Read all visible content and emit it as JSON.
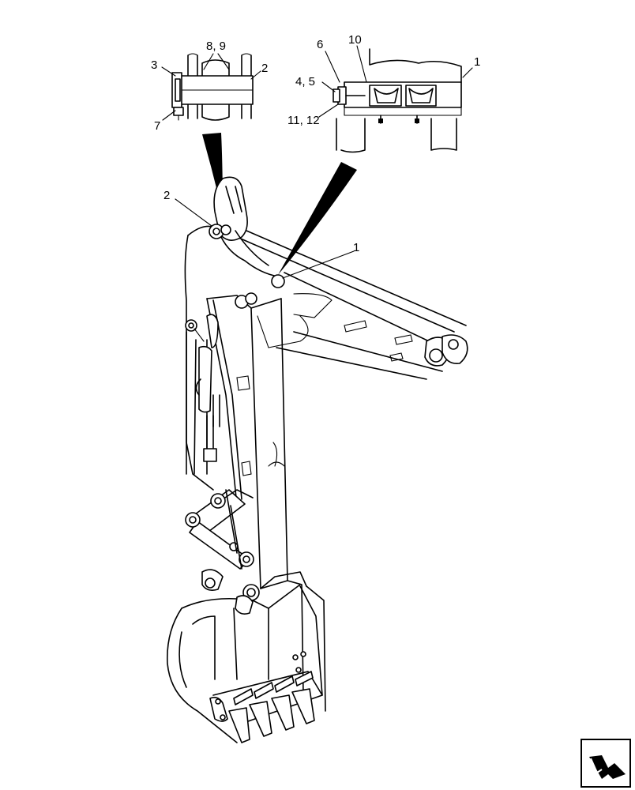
{
  "labels": {
    "inset_left": {
      "item_8_9": "8, 9",
      "item_3": "3",
      "item_2": "2",
      "item_7": "7"
    },
    "inset_right": {
      "item_6": "6",
      "item_10": "10",
      "item_1": "1",
      "item_4_5": "4, 5",
      "item_11_12": "11, 12"
    },
    "main": {
      "item_2": "2",
      "item_1": "1"
    }
  },
  "icons": {
    "navigation": "next-page-arrow-icon"
  }
}
